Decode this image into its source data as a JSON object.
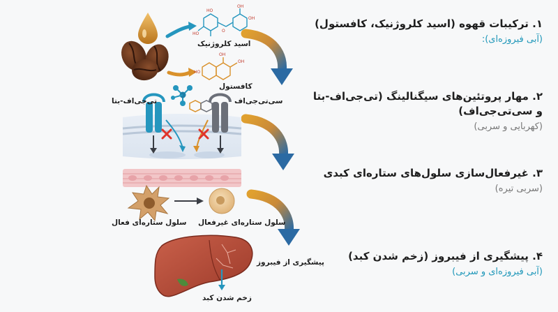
{
  "steps": [
    {
      "title": "۱. ترکیبات قهوه (اسید کلروژنیک، کافستول)",
      "subtitle": "(آبی فیروزه‌ای):",
      "subtitle_color": "#1f97b9"
    },
    {
      "title": "۲. مهار پروتئین‌های سیگنالینگ (تی‌جی‌اف-بتا و سی‌تی‌جی‌اف)",
      "subtitle": "(کهربایی و سربی)",
      "subtitle_color": "#777777"
    },
    {
      "title": "۳. غیرفعال‌سازی سلول‌های ستاره‌ای کبدی",
      "subtitle": "(سربی تیره)",
      "subtitle_color": "#777777"
    },
    {
      "title": "۴. پیشگیری از فیبروز (زخم شدن کبد)",
      "subtitle": "(آبی فیروزه‌ای و سربی)",
      "subtitle_color": "#1f97b9"
    }
  ],
  "labels": {
    "chlorogenic_acid": "اسید کلروژنیک",
    "cafestol": "کافستول",
    "tgf_beta": "تی‌جی‌اف-بتا",
    "ctgf": "سی‌تی‌جی‌اف",
    "active_cell": "سلول ستاره‌ای فعال",
    "inactive_cell": "سلول ستاره‌ای غیرفعال",
    "fibrosis_prevention": "پیشگیری از فیبروز",
    "liver_scarring": "زخم شدن کبد"
  },
  "colors": {
    "teal": "#1f97b9",
    "amber": "#d9912b",
    "lead": "#6b6f78",
    "arrow_blue": "#2d6fa6",
    "liver": "#b34a36"
  },
  "icons": [
    "coffee-beans-icon",
    "oil-drop-icon",
    "molecule-icon",
    "receptor-icon",
    "cell-membrane-icon",
    "stellate-cell-icon",
    "liver-icon",
    "block-x-icon"
  ]
}
